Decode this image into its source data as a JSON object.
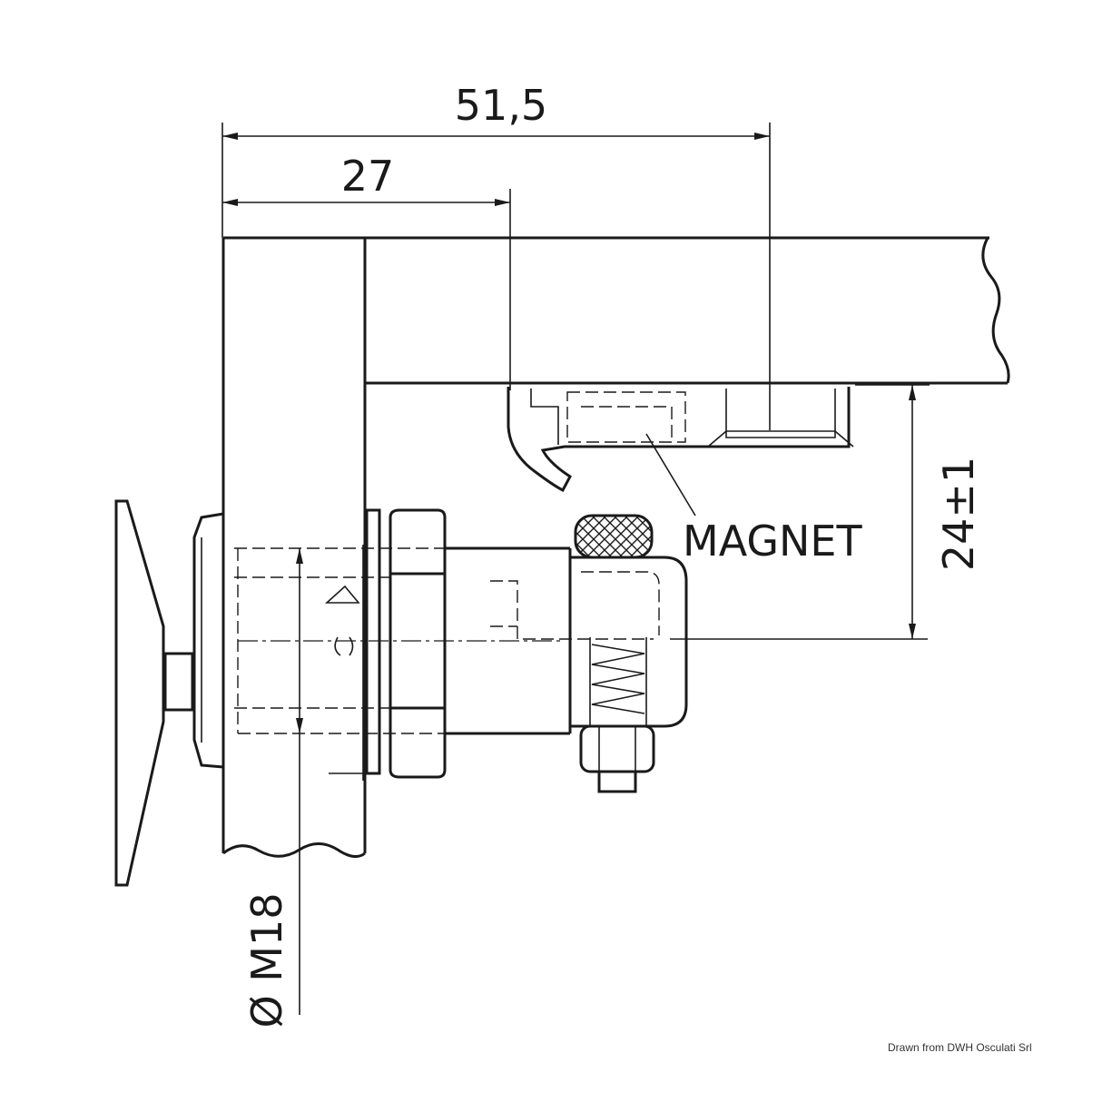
{
  "dimensions": {
    "overall_width": "51,5",
    "to_latch_edge": "27",
    "height": "24±1",
    "thread": "Ø M18"
  },
  "labels": {
    "magnet": "MAGNET"
  },
  "credit": "Drawn from DWH Osculati Srl"
}
